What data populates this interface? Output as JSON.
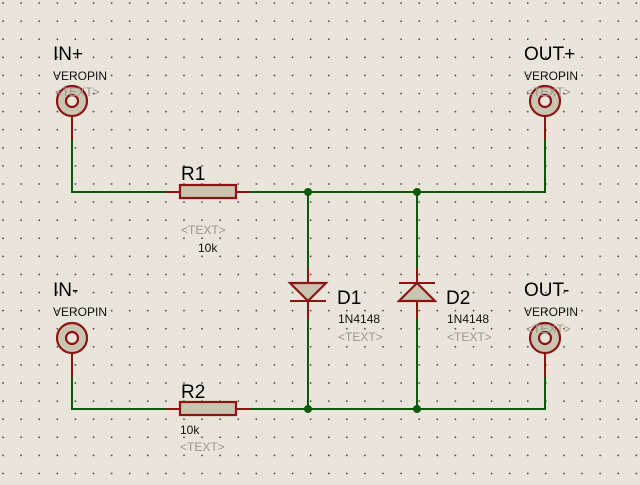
{
  "components": {
    "in_plus": {
      "name": "IN+",
      "type": "VEROPIN",
      "text": "<TEXT>"
    },
    "in_minus": {
      "name": "IN-",
      "type": "VEROPIN"
    },
    "out_plus": {
      "name": "OUT+",
      "type": "VEROPIN",
      "text": "<TEXT>"
    },
    "out_minus": {
      "name": "OUT-",
      "type": "VEROPIN",
      "text": "<TEXT>"
    },
    "r1": {
      "name": "R1",
      "value": "10k",
      "text": "<TEXT>"
    },
    "r2": {
      "name": "R2",
      "value": "10k",
      "text": "<TEXT>"
    },
    "d1": {
      "name": "D1",
      "value": "1N4148",
      "text": "<TEXT>"
    },
    "d2": {
      "name": "D2",
      "value": "1N4148",
      "text": "<TEXT>"
    }
  },
  "colors": {
    "wire": "#0b5a0b",
    "component": "#8e1414",
    "background": "#e9e5da"
  }
}
